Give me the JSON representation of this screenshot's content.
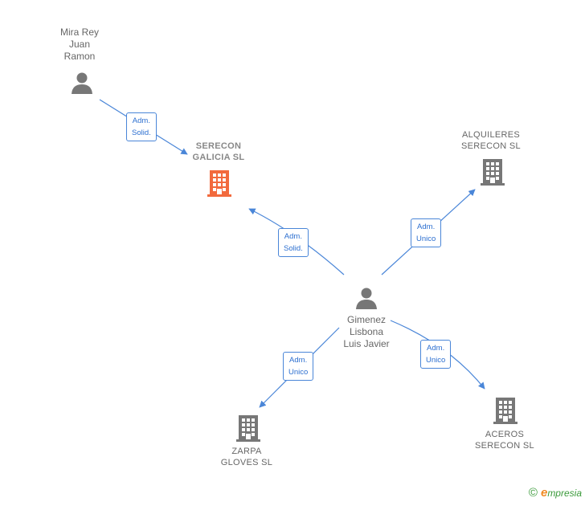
{
  "nodes": {
    "mira": {
      "label": "Mira Rey\nJuan\nRamon"
    },
    "serecon_galicia": {
      "label": "SERECON\nGALICIA  SL"
    },
    "alquileres": {
      "label": "ALQUILERES\nSERECON SL"
    },
    "gimenez": {
      "label": "Gimenez\nLisbona\nLuis Javier"
    },
    "zarpa": {
      "label": "ZARPA\nGLOVES  SL"
    },
    "aceros": {
      "label": "ACEROS\nSERECON  SL"
    }
  },
  "edges": [
    {
      "label": "Adm.\nSolid."
    },
    {
      "label": "Adm.\nSolid."
    },
    {
      "label": "Adm.\nUnico"
    },
    {
      "label": "Adm.\nUnico"
    },
    {
      "label": "Adm.\nUnico"
    }
  ],
  "footer": {
    "copyright": "©",
    "brand_e": "e",
    "brand_rest": "mpresia"
  },
  "colors": {
    "edge": "#4a86d8",
    "main_company": "#f26a3d",
    "company": "#777777",
    "person": "#777777"
  }
}
